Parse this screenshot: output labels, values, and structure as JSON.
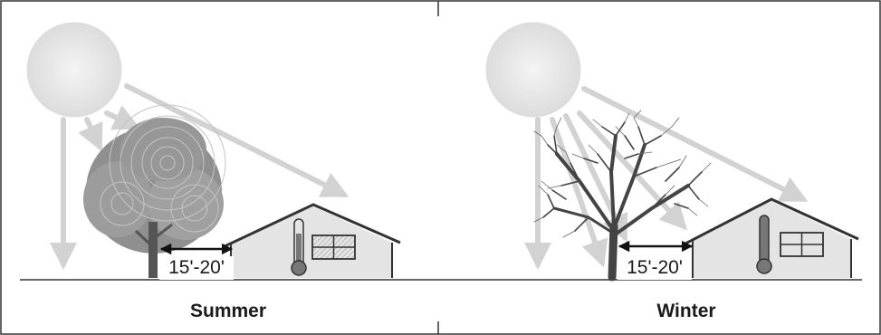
{
  "panels": [
    {
      "label": "Summer",
      "distance_label": "15'-20'"
    },
    {
      "label": "Winter",
      "distance_label": "15'-20'"
    }
  ],
  "colors": {
    "sun": "#e9e9e9",
    "ray": "#d2d2d2",
    "foliage": "#8f8f8f",
    "house_wall": "#e4e4e4",
    "outline": "#333333",
    "thermometer": "#777777"
  }
}
